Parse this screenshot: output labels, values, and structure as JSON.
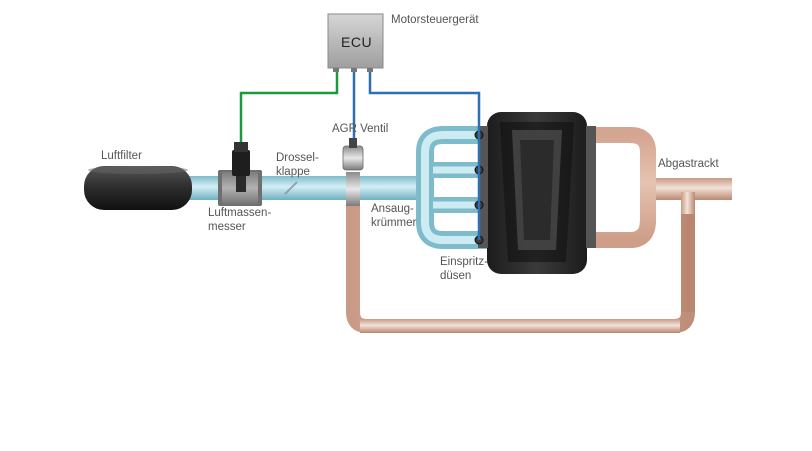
{
  "diagram": {
    "ecu": {
      "box_label": "ECU",
      "name": "Motorsteuergerät"
    },
    "labels": {
      "air_filter": "Luftfilter",
      "mass_air_flow_1": "Luftmassen-",
      "mass_air_flow_2": "messer",
      "throttle_1": "Drossel-",
      "throttle_2": "klappe",
      "egr_valve": "AGR Ventil",
      "intake_manifold_1": "Ansaug-",
      "intake_manifold_2": "krümmer",
      "injectors_1": "Einspritz-",
      "injectors_2": "düsen",
      "exhaust": "Abgastrackt"
    },
    "colors": {
      "signal_green": "#1a9a3c",
      "signal_blue": "#2e6fb5",
      "intake_pipe": "#a9d8e2",
      "exhaust_pipe": "#e2c2b2",
      "engine_block": "#2a2a2a",
      "ecu_box": "#bdbdbd"
    }
  }
}
